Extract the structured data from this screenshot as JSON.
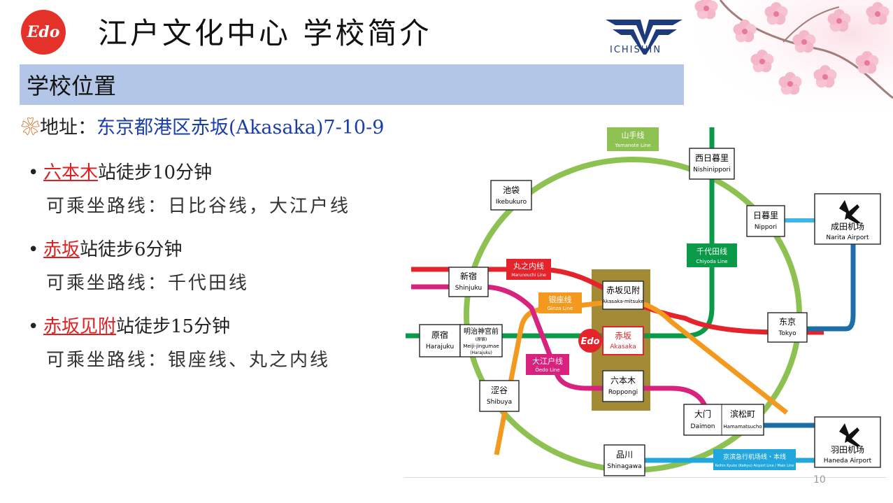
{
  "header": {
    "logo_text": "Edo",
    "title": "江户文化中心 学校简介",
    "partner_logo_text": "ICHISHIN"
  },
  "section": {
    "title": "学校位置"
  },
  "address": {
    "bullet_glyph": "❀",
    "label": "地址：",
    "value": "东京都港区赤坂(Akasaka)7-10-9"
  },
  "stations": [
    {
      "name": "六本木",
      "walk": "站徒步10分钟",
      "routes": "可乘坐路线：日比谷线，大江户线"
    },
    {
      "name": "赤坂",
      "walk": "站徒步6分钟",
      "routes": "可乘坐路线：千代田线"
    },
    {
      "name": "赤坂见附",
      "walk": "站徒步15分钟",
      "routes": "可乘坐路线：银座线、丸之内线"
    }
  ],
  "map": {
    "lines": {
      "yamanote": {
        "zh": "山手线",
        "en": "Yamanote Line",
        "color": "#8dc152"
      },
      "chiyoda": {
        "zh": "千代田线",
        "en": "Chiyoda Line",
        "color": "#0a9a48"
      },
      "marunouchi": {
        "zh": "丸之内线",
        "en": "Marunouchi Line",
        "color": "#e5232b"
      },
      "ginza": {
        "zh": "银座线",
        "en": "Ginza Line",
        "color": "#f39a1e"
      },
      "oedo": {
        "zh": "大江户线",
        "en": "Ōedo Line",
        "color": "#d9217e"
      },
      "keikyu": {
        "zh": "京滨急行机场线・本线",
        "en": "Keihin Kyuko (Keikyu) Airport Line / Main Line",
        "color": "#21a6dd"
      },
      "monorail": {
        "color": "#1c6ea8"
      }
    },
    "stations": {
      "ikebukuro": {
        "zh": "池袋",
        "en": "Ikebukuro"
      },
      "nishinippori": {
        "zh": "西日暮里",
        "en": "Nishinippori"
      },
      "nippori": {
        "zh": "日暮里",
        "en": "Nippori"
      },
      "narita": {
        "zh": "成田机场",
        "en": "Narita Airport"
      },
      "shinjuku": {
        "zh": "新宿",
        "en": "Shinjuku"
      },
      "akasakamitsuke": {
        "zh": "赤坂见附",
        "en": "Akasaka-mitsuke"
      },
      "akasaka": {
        "zh": "赤坂",
        "en": "Akasaka"
      },
      "harajuku": {
        "zh": "原宿",
        "en": "Harajuku"
      },
      "meijijingumae": {
        "zh": "明治神宫前",
        "sub": "(原宿)",
        "en": "Meiji-jingumae",
        "en_sub": "(Harajuku)"
      },
      "tokyo": {
        "zh": "东京",
        "en": "Tokyo"
      },
      "roppongi": {
        "zh": "六本木",
        "en": "Roppongi"
      },
      "shibuya": {
        "zh": "涩谷",
        "en": "Shibuya"
      },
      "daimon": {
        "zh": "大门",
        "en": "Daimon"
      },
      "hamamatsucho": {
        "zh": "滨松町",
        "en": "Hamamatsucho"
      },
      "haneda": {
        "zh": "羽田机场",
        "en": "Haneda Airport"
      },
      "shinagawa": {
        "zh": "品川",
        "en": "Shinagawa"
      }
    },
    "school_marker": "Edo"
  },
  "page_number": "10"
}
